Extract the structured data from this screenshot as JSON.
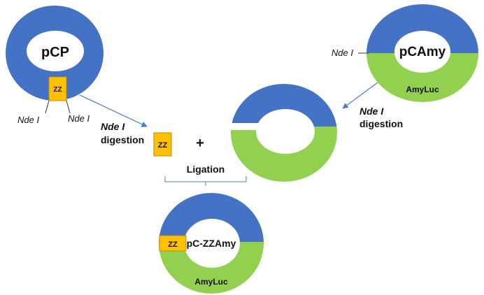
{
  "colors": {
    "blue": "#4472c4",
    "green": "#92d050",
    "zz_fill": "#ffc000",
    "zz_border": "#c08a00",
    "arrow": "#4a7cc9",
    "outline": "#2f528f"
  },
  "plasmids": {
    "pcp": {
      "label": "pCP",
      "insert": "ZZ",
      "site_left": "Nde I",
      "site_right": "Nde I"
    },
    "pcamy": {
      "label": "pCAmy",
      "site": "Nde I",
      "gene": "AmyLuc"
    },
    "opened": {
      "label": ""
    },
    "product": {
      "label": "pC-ZZAmy",
      "insert": "ZZ",
      "gene": "AmyLuc"
    }
  },
  "steps": {
    "left_enzyme": "Nde I",
    "left_action": "digestion",
    "right_enzyme": "Nde I",
    "right_action": "digestion",
    "plus": "+",
    "fragment": "ZZ",
    "ligation": "Ligation"
  }
}
